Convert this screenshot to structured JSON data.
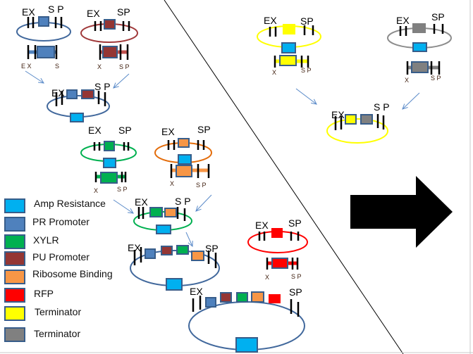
{
  "colors": {
    "amp_resistance": "#00B0F0",
    "pr_promoter": "#4F81BD",
    "xylr": "#00B050",
    "pu_promoter": "#943634",
    "ribosome_binding": "#F79646",
    "rfp": "#FF0000",
    "terminator_yellow": "#FFFF00",
    "terminator_grey": "#808080",
    "box_outline": "#385D8A",
    "arrow": "#5B8BC9",
    "big_arrow": "#000000"
  },
  "legend": [
    {
      "label": "Amp Resistance",
      "color": "#00B0F0"
    },
    {
      "label": "PR Promoter",
      "color": "#4F81BD"
    },
    {
      "label": "XYLR",
      "color": "#00B050"
    },
    {
      "label": "PU Promoter",
      "color": "#943634"
    },
    {
      "label": "Ribosome Binding",
      "color": "#F79646"
    },
    {
      "label": "RFP",
      "color": "#FF0000"
    },
    {
      "label": "Terminator",
      "color": "#FFFF00"
    },
    {
      "label": "Terminator",
      "color": "#808080"
    }
  ],
  "plasmids": [
    {
      "name": "pr-promoter-plasmid",
      "left_label": "EX",
      "right_label": "S P",
      "fragment_left": "E X",
      "fragment_right": "S"
    },
    {
      "name": "pu-promoter-plasmid",
      "left_label": "EX",
      "right_label": "SP",
      "fragment_left": "X",
      "fragment_right": "S P"
    },
    {
      "name": "pr-pu-plasmid",
      "left_label": "EX",
      "right_label": "S P"
    },
    {
      "name": "xylr-plasmid",
      "left_label": "EX",
      "right_label": "SP",
      "fragment_left": "X",
      "fragment_right": "S P"
    },
    {
      "name": "rbs-plasmid",
      "left_label": "EX",
      "right_label": "SP",
      "fragment_left": "X",
      "fragment_right": "S P"
    },
    {
      "name": "xylr-rbs-plasmid",
      "left_label": "EX",
      "right_label": "S P"
    },
    {
      "name": "pr-pu-xylr-rbs-plasmid",
      "left_label": "EX",
      "right_label": "SP"
    },
    {
      "name": "rfp-plasmid",
      "left_label": "EX",
      "right_label": "SP",
      "fragment_left": "X",
      "fragment_right": "S P"
    },
    {
      "name": "final-plasmid",
      "left_label": "EX",
      "right_label": "SP"
    },
    {
      "name": "yellow-terminator-plasmid",
      "left_label": "EX",
      "right_label": "SP",
      "fragment_left": "X",
      "fragment_right": "S P"
    },
    {
      "name": "grey-terminator-plasmid",
      "left_label": "EX",
      "right_label": "SP",
      "fragment_left": "X",
      "fragment_right": "S P"
    },
    {
      "name": "double-terminator-plasmid",
      "left_label": "EX",
      "right_label": "S P"
    }
  ]
}
